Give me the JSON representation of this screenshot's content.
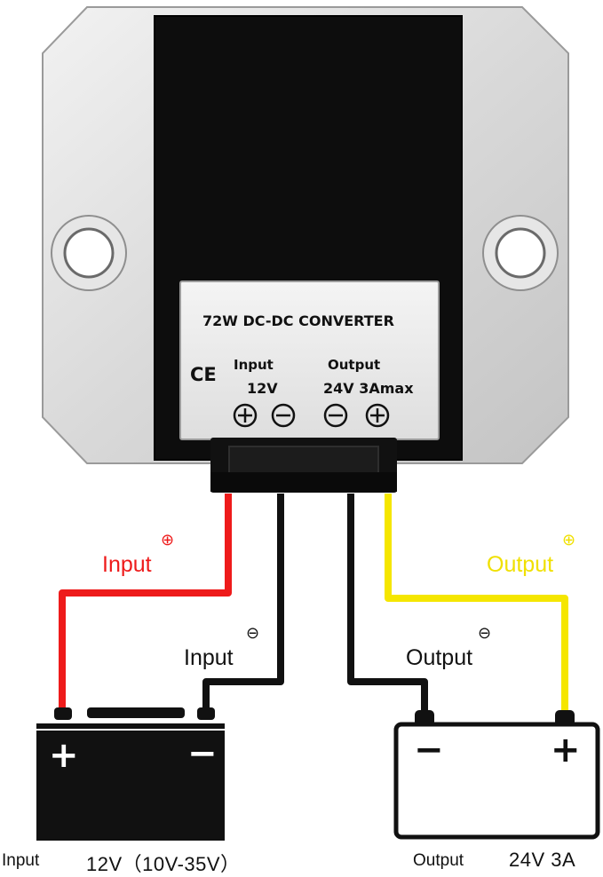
{
  "device": {
    "title": "72W DC-DC CONVERTER",
    "ce_mark": "CE",
    "input_label": "Input",
    "input_voltage": "12V",
    "output_label": "Output",
    "output_rating": "24V 3Amax",
    "terminal_plus": "+",
    "terminal_minus": "−"
  },
  "wires": {
    "input_pos_label": "Input",
    "input_neg_label": "Input",
    "output_pos_label": "Output",
    "output_neg_label": "Output",
    "pos_sign": "⊕",
    "neg_sign": "⊖",
    "colors": {
      "input_positive": "#ee1b1b",
      "output_positive": "#f5e600",
      "negative": "#111111"
    }
  },
  "input_battery": {
    "plus": "+",
    "minus": "−",
    "caption_label": "Input",
    "caption_value": "12V（10V-35V）"
  },
  "output_battery": {
    "plus": "+",
    "minus": "−",
    "caption_label": "Output",
    "caption_value": "24V 3A"
  }
}
